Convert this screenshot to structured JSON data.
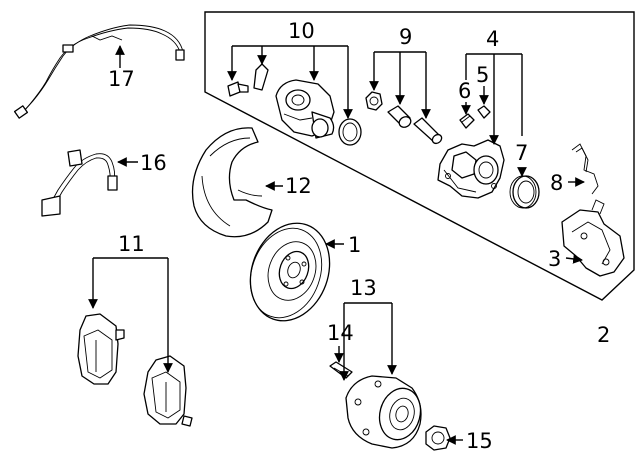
{
  "callouts": {
    "c1": "1",
    "c2": "2",
    "c3": "3",
    "c4": "4",
    "c5": "5",
    "c6": "6",
    "c7": "7",
    "c8": "8",
    "c9": "9",
    "c10": "10",
    "c11": "11",
    "c12": "12",
    "c13": "13",
    "c14": "14",
    "c15": "15",
    "c16": "16",
    "c17": "17"
  },
  "colors": {
    "line": "#000000",
    "background": "#ffffff"
  }
}
